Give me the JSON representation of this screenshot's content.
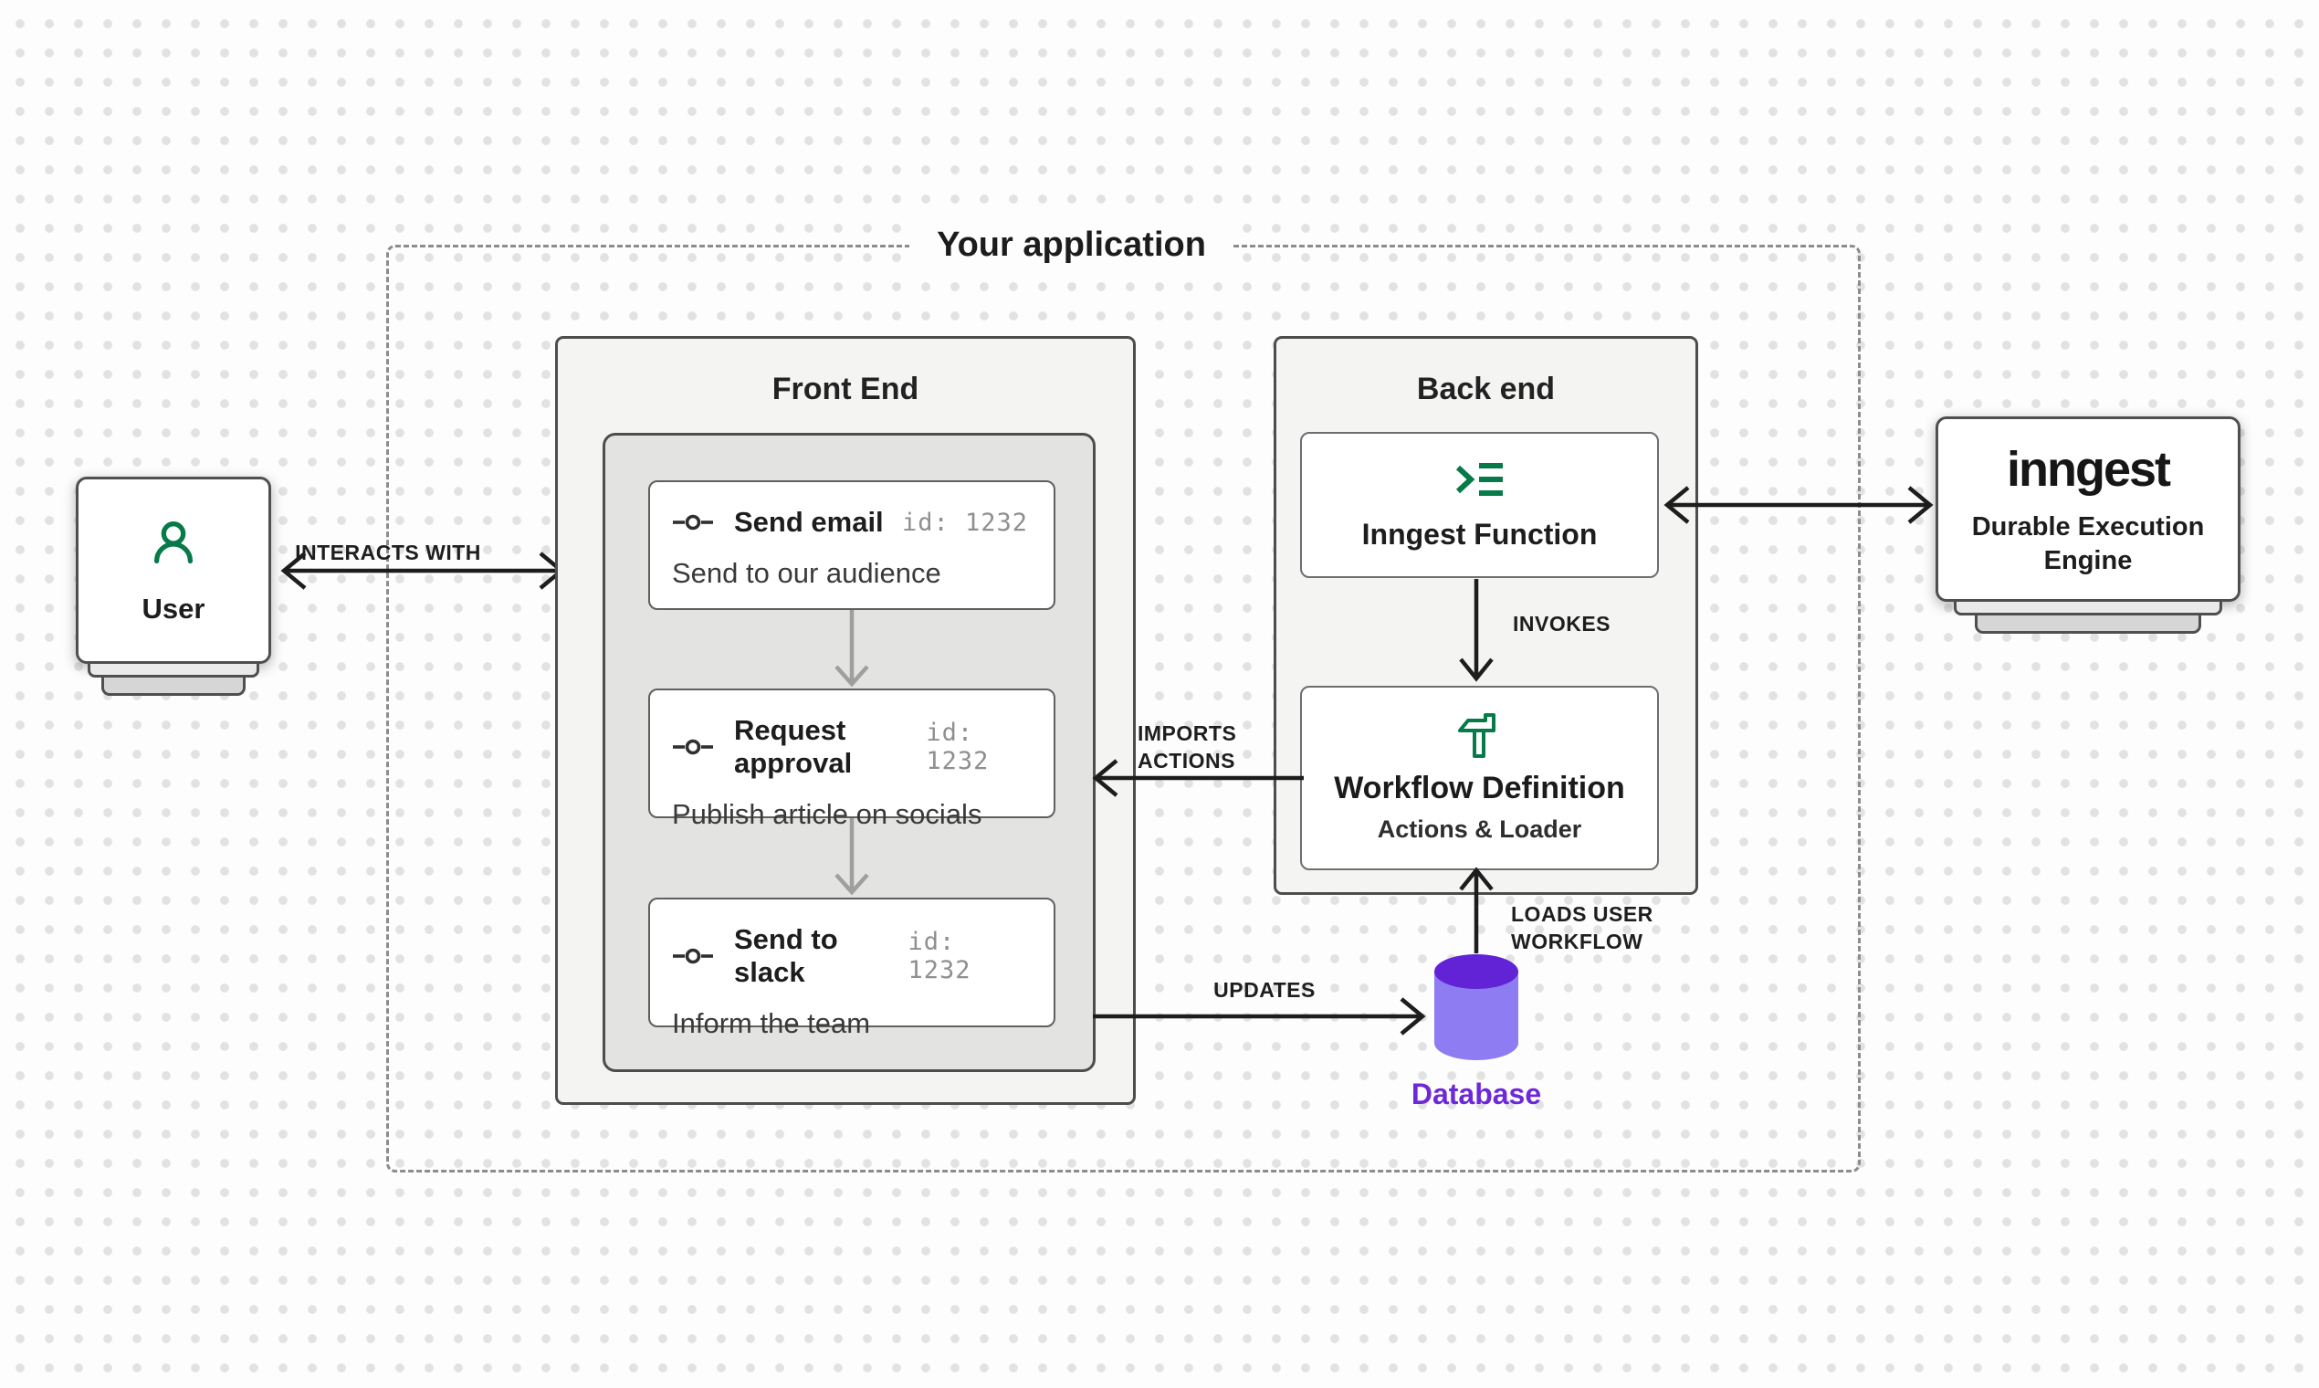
{
  "app": {
    "title": "Your application"
  },
  "user": {
    "label": "User"
  },
  "frontend": {
    "title": "Front End",
    "steps": [
      {
        "title": "Send email",
        "id": "id: 1232",
        "description": "Send to our audience"
      },
      {
        "title": "Request approval",
        "id": "id: 1232",
        "description": "Publish article on socials"
      },
      {
        "title": "Send to slack",
        "id": "id: 1232",
        "description": "Inform the team"
      }
    ]
  },
  "backend": {
    "title": "Back end",
    "function_card": {
      "label": "Inngest Function"
    },
    "workflow_card": {
      "title": "Workflow Definition",
      "subtitle": "Actions & Loader"
    }
  },
  "database": {
    "label": "Database"
  },
  "engine": {
    "logo": "inngest",
    "subtitle": "Durable Execution Engine"
  },
  "labels": {
    "interacts": "INTERACTS WITH",
    "invokes": "INVOKES",
    "imports_line1": "IMPORTS",
    "imports_line2": "ACTIONS",
    "updates": "UPDATES",
    "loads_line1": "LOADS USER",
    "loads_line2": "WORKFLOW"
  },
  "colors": {
    "green": "#077a4a",
    "arrow_dark": "#1d1d1d",
    "arrow_gray": "#9f9f9f",
    "purple_top": "#6223d6",
    "purple_body": "#8d7cf2",
    "purple_text": "#6d28d9"
  }
}
